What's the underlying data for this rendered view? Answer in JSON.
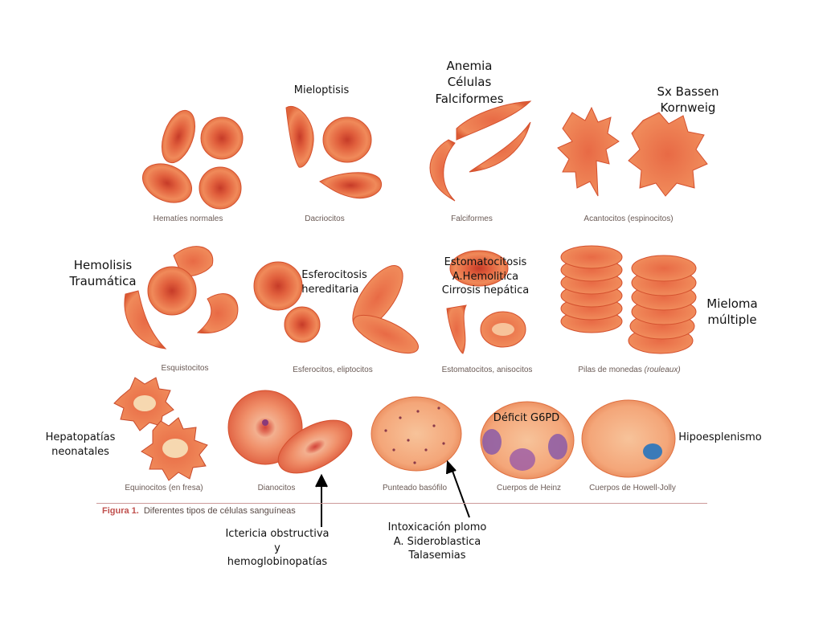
{
  "captions": {
    "hematies": "Hematíes normales",
    "dacriocitos": "Dacriocitos",
    "falciformes": "Falciformes",
    "acantocitos": "Acantocitos (espinocitos)",
    "esquistocitos": "Esquistocitos",
    "esferocitos": "Esferocitos, eliptocitos",
    "estomatocitos": "Estomatocitos, anisocitos",
    "pilas_main": "Pilas de monedas ",
    "pilas_italic": "(rouleaux)",
    "equinocitos": "Equinocitos (en fresa)",
    "dianocitos": "Dianocitos",
    "punteado": "Punteado basófilo",
    "heinz": "Cuerpos de Heinz",
    "howell": "Cuerpos de Howell-Jolly"
  },
  "figure": {
    "label": "Figura 1.",
    "text": "Diferentes tipos de células sanguíneas"
  },
  "annotations": {
    "mieloptisis": "Mieloptisis",
    "anemia": [
      "Anemia",
      "Células",
      "Falciformes"
    ],
    "bassen": [
      "Sx Bassen",
      "Kornweig"
    ],
    "hemolisis": [
      "Hemolisis",
      "Traumática"
    ],
    "esferocitosis": [
      "Esferocitosis",
      "hereditaria"
    ],
    "estomatocitosis": [
      "Estomatocitosis",
      "A.Hemolitica",
      "Cirrosis hepática"
    ],
    "mieloma": [
      "Mieloma",
      "múltiple"
    ],
    "hepatopatias": [
      "Hepatopatías",
      "neonatales"
    ],
    "g6pd": "Déficit G6PD",
    "hipoesplenismo": "Hipoesplenismo",
    "ictericia": [
      "Ictericia obstructiva",
      "y",
      "hemoglobinopatías"
    ],
    "intoxicacion": [
      "Intoxicación plomo",
      "A. Sideroblastica",
      "Talasemias"
    ]
  },
  "colors": {
    "cell_edge": "#e0643a",
    "cell_center": "#c8402a",
    "cell_light": "#f6b58a",
    "heinz_inclusion": "#8a5aa8",
    "howell_inclusion": "#3a7ab8",
    "figure_label": "#c0504d"
  }
}
